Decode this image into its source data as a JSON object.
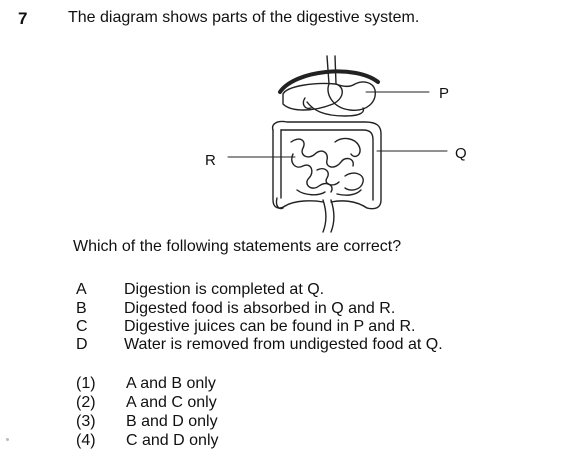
{
  "question": {
    "number": "7",
    "text": "The diagram shows parts of the digestive system.",
    "prompt": "Which of the following statements are correct?"
  },
  "diagram": {
    "labels": {
      "p": "P",
      "q": "Q",
      "r": "R"
    }
  },
  "statements": [
    {
      "letter": "A",
      "text": "Digestion is completed at Q."
    },
    {
      "letter": "B",
      "text": "Digested food is absorbed in Q and R."
    },
    {
      "letter": "C",
      "text": "Digestive juices can be found in P and R."
    },
    {
      "letter": "D",
      "text": "Water is removed from undigested food at Q."
    }
  ],
  "options": [
    {
      "number": "(1)",
      "text": "A and B only"
    },
    {
      "number": "(2)",
      "text": "A and C only"
    },
    {
      "number": "(3)",
      "text": "B and D only"
    },
    {
      "number": "(4)",
      "text": "C and D only"
    }
  ]
}
